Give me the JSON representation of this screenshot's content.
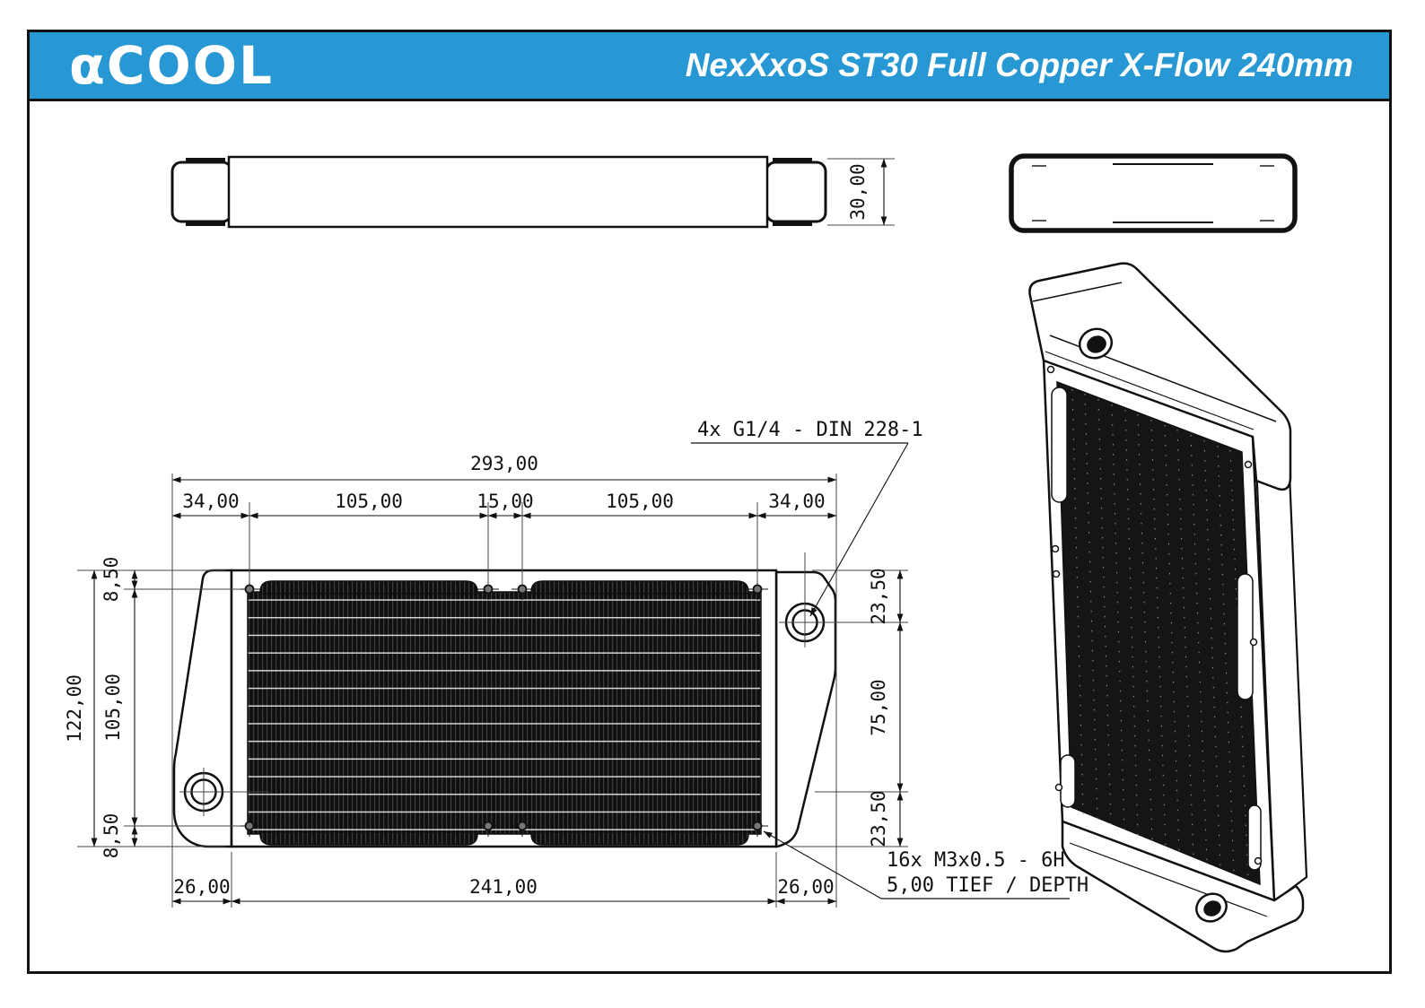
{
  "header": {
    "logo_text": "αCOOL",
    "title": "NexXxoS ST30 Full Copper X-Flow 240mm",
    "bg_color": "#2898D4"
  },
  "top_view": {
    "height_dim": "30,00"
  },
  "front_view": {
    "width_total": "293,00",
    "width_segments": [
      "34,00",
      "105,00",
      "15,00",
      "105,00",
      "34,00"
    ],
    "height_total": "122,00",
    "height_segments": [
      "8,50",
      "105,00",
      "8,50"
    ],
    "right_segments": [
      "23,50",
      "75,00",
      "23,50"
    ],
    "bottom_segments": [
      "26,00",
      "241,00",
      "26,00"
    ]
  },
  "callouts": {
    "ports": "4x G1/4 - DIN 228-1",
    "threads_line1": "16x M3x0.5 - 6H",
    "threads_line2": "5,00 TIEF / DEPTH"
  }
}
